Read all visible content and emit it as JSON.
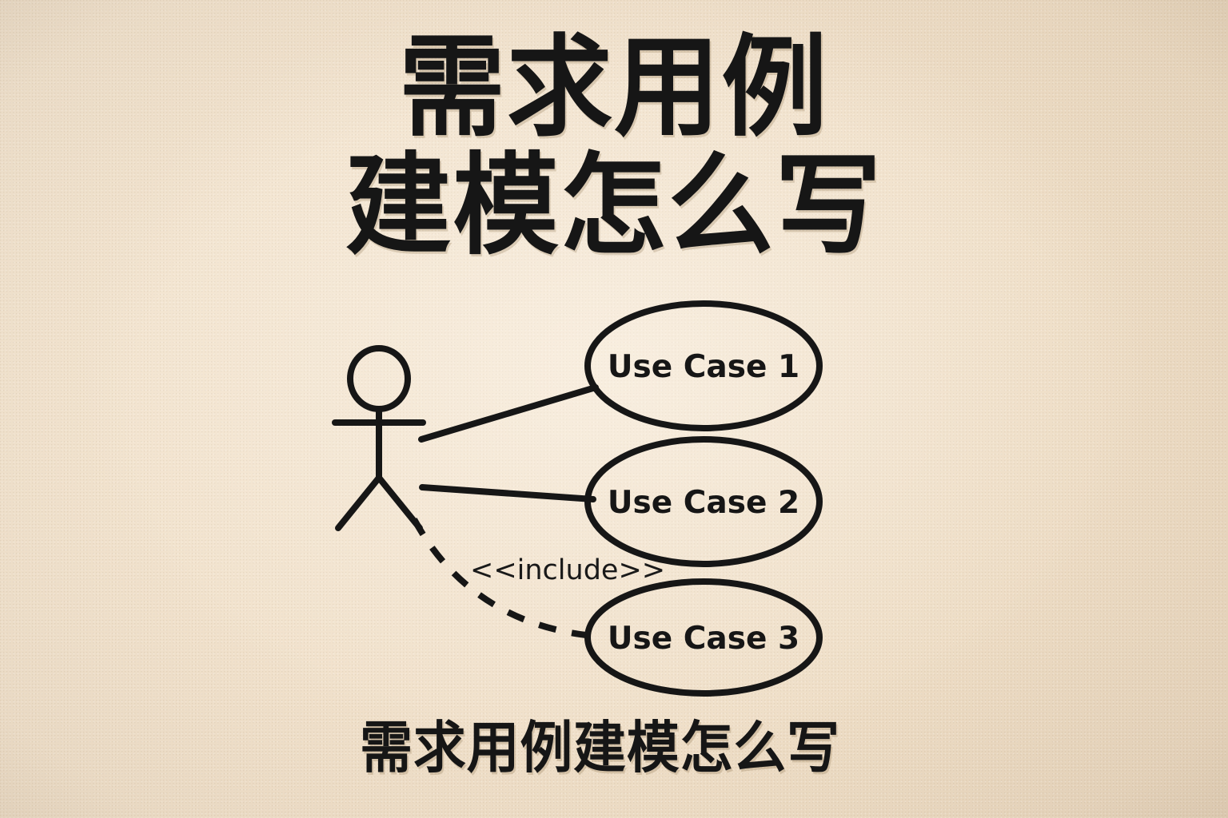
{
  "background": {
    "base_color": "#f2e3ce",
    "texture": "paper-grain",
    "ink_color": "#161616"
  },
  "title": {
    "lines": [
      "需求用例",
      "建模怎么写"
    ]
  },
  "diagram": {
    "type": "uml-use-case-diagram",
    "actor": {
      "label": "",
      "shape": "stick-figure"
    },
    "use_cases": [
      {
        "id": "uc1",
        "label": "Use Case 1"
      },
      {
        "id": "uc2",
        "label": "Use Case 2"
      },
      {
        "id": "uc3",
        "label": "Use Case 3"
      }
    ],
    "associations": [
      {
        "from": "actor",
        "to": "uc1",
        "style": "solid"
      },
      {
        "from": "actor",
        "to": "uc2",
        "style": "solid"
      }
    ],
    "dependencies": [
      {
        "from": "actor",
        "to": "uc3",
        "style": "dashed",
        "stereotype": "<<include>>"
      }
    ],
    "stereotype_label": "<<include>>"
  },
  "caption": {
    "text": "需求用例建模怎么写"
  }
}
